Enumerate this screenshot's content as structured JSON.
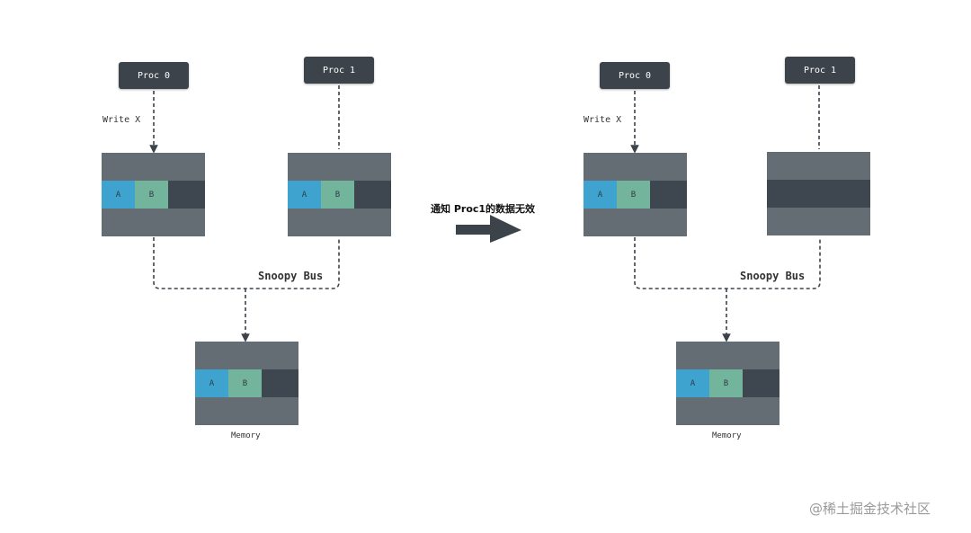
{
  "diagrams": [
    {
      "proc0_label": "Proc 0",
      "proc1_label": "Proc 1",
      "write_label": "Write X",
      "bus_label": "Snoopy Bus",
      "memory_label": "Memory",
      "cell_a": "A",
      "cell_b": "B"
    },
    {
      "proc0_label": "Proc 0",
      "proc1_label": "Proc 1",
      "write_label": "Write X",
      "bus_label": "Snoopy Bus",
      "memory_label": "Memory",
      "cell_a": "A",
      "cell_b": "B"
    }
  ],
  "transition_note": "通知 Proc1的数据无效",
  "watermark": "@稀土掘金技术社区",
  "colors": {
    "proc_box": "#3c434b",
    "cache_box": "#656d74",
    "cache_line": "#3e464f",
    "cell_a": "#3fa3cf",
    "cell_b": "#73b59c",
    "arrow": "#3c434b"
  }
}
